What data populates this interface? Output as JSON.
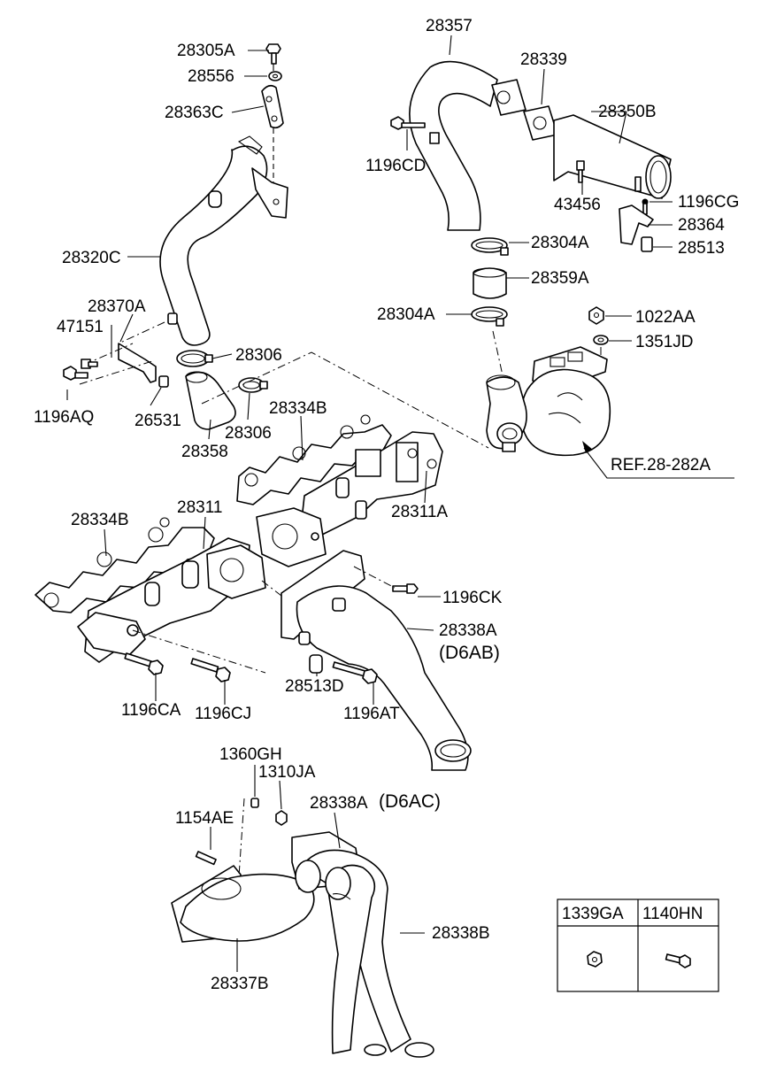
{
  "labels": {
    "p28305A": "28305A",
    "p28556": "28556",
    "p28363C": "28363C",
    "p28320C": "28320C",
    "p28370A": "28370A",
    "p47151": "47151",
    "p1196AQ": "1196AQ",
    "p26531": "26531",
    "p28306a": "28306",
    "p28306b": "28306",
    "p28358": "28358",
    "p28357": "28357",
    "p28339": "28339",
    "p28350B": "28350B",
    "p1196CD": "1196CD",
    "p43456": "43456",
    "p1196CG": "1196CG",
    "p28364": "28364",
    "p28513": "28513",
    "p28304Aa": "28304A",
    "p28359A": "28359A",
    "p28304Ab": "28304A",
    "p1022AA": "1022AA",
    "p1351JD": "1351JD",
    "ref": "REF.28-282A",
    "p28334Ba": "28334B",
    "p28311A": "28311A",
    "p28334Bb": "28334B",
    "p28311": "28311",
    "p1196CK": "1196CK",
    "p28338A": "28338A",
    "d6ab": "(D6AB)",
    "p28513D": "28513D",
    "p1196CA": "1196CA",
    "p1196CJ": "1196CJ",
    "p1196AT": "1196AT",
    "p1360GH": "1360GH",
    "p1310JA": "1310JA",
    "p28338A2": "28338A",
    "d6ac": "(D6AC)",
    "p1154AE": "1154AE",
    "p28338B": "28338B",
    "p28337B": "28337B"
  },
  "table": {
    "headers": [
      "1339GA",
      "1140HN"
    ]
  }
}
